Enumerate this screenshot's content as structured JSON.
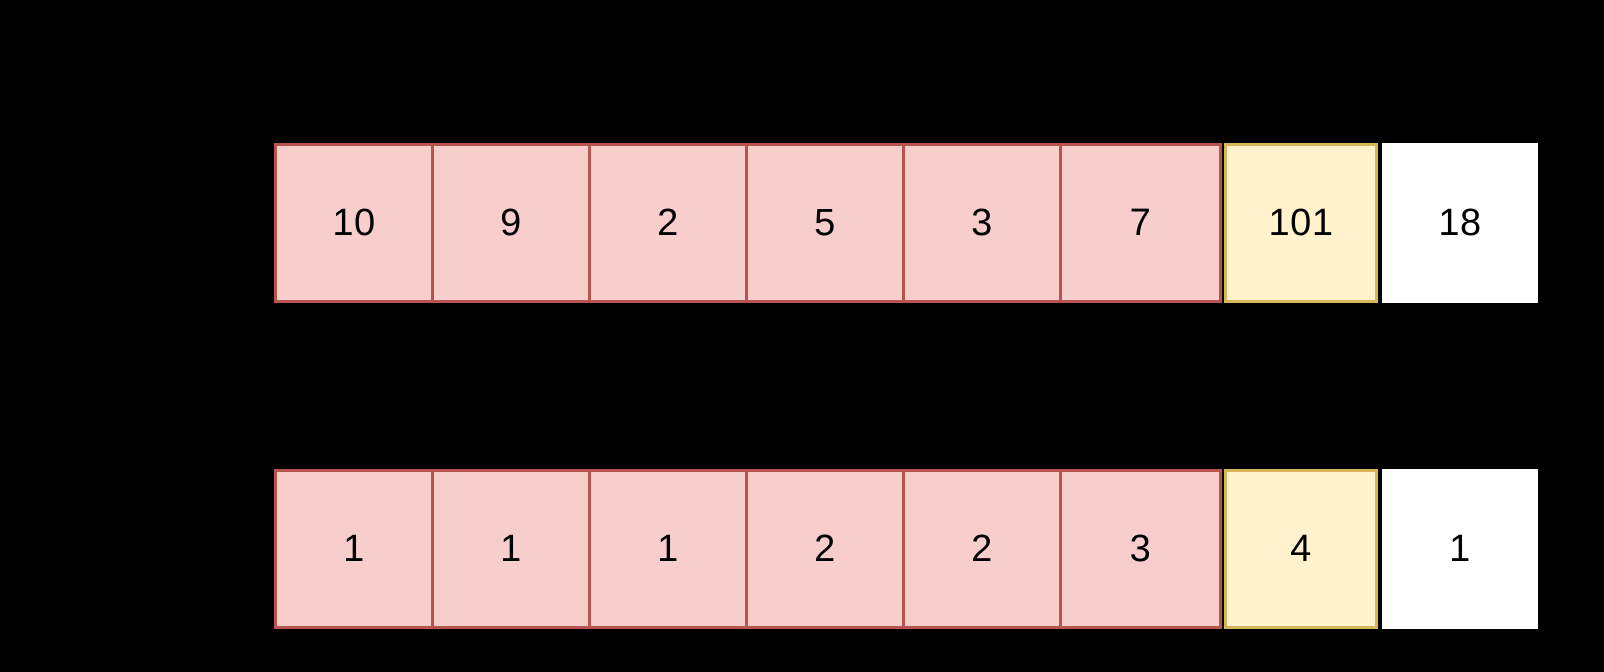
{
  "background_color": "#000000",
  "palette": {
    "pink_fill": "#F8CECC",
    "pink_border": "#B85450",
    "yellow_fill": "#FFF2CC",
    "yellow_border": "#D6B656",
    "white_fill": "#FFFFFF",
    "text_color": "#000000"
  },
  "chart_data": {
    "type": "table",
    "title": "",
    "rows": [
      {
        "name": "values-row",
        "cells": [
          {
            "value": "10",
            "style": "pink"
          },
          {
            "value": "9",
            "style": "pink"
          },
          {
            "value": "2",
            "style": "pink"
          },
          {
            "value": "5",
            "style": "pink"
          },
          {
            "value": "3",
            "style": "pink"
          },
          {
            "value": "7",
            "style": "pink"
          },
          {
            "value": "101",
            "style": "yellow"
          },
          {
            "value": "18",
            "style": "white"
          }
        ]
      },
      {
        "name": "counts-row",
        "cells": [
          {
            "value": "1",
            "style": "pink"
          },
          {
            "value": "1",
            "style": "pink"
          },
          {
            "value": "1",
            "style": "pink"
          },
          {
            "value": "2",
            "style": "pink"
          },
          {
            "value": "2",
            "style": "pink"
          },
          {
            "value": "3",
            "style": "pink"
          },
          {
            "value": "4",
            "style": "yellow"
          },
          {
            "value": "1",
            "style": "white"
          }
        ]
      }
    ]
  },
  "rows": {
    "top": {
      "pink": [
        "10",
        "9",
        "2",
        "5",
        "3",
        "7"
      ],
      "highlight": "101",
      "outside": "18"
    },
    "bottom": {
      "pink": [
        "1",
        "1",
        "1",
        "2",
        "2",
        "3"
      ],
      "highlight": "4",
      "outside": "1"
    }
  }
}
